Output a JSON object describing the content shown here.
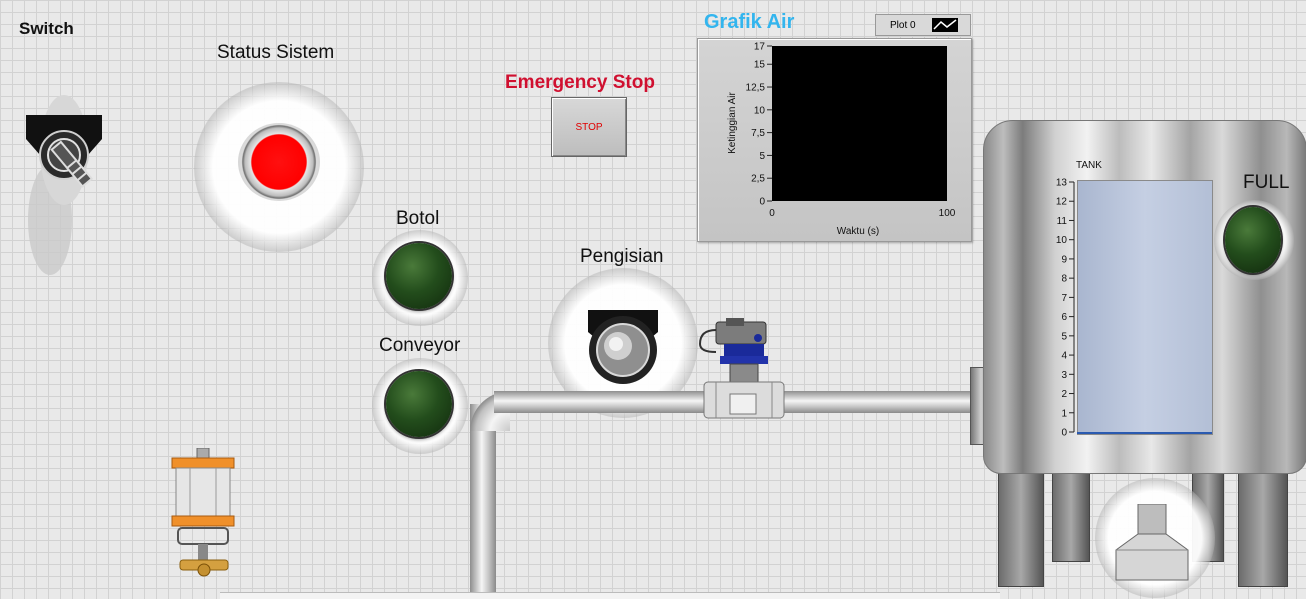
{
  "labels": {
    "switch": "Switch",
    "status_sistem": "Status Sistem",
    "emergency_stop": "Emergency Stop",
    "stop_button": "STOP",
    "botol": "Botol",
    "conveyor": "Conveyor",
    "pengisian": "Pengisian",
    "full": "FULL"
  },
  "chart": {
    "title": "Grafik Air",
    "legend_label": "Plot 0",
    "xlabel": "Waktu (s)",
    "ylabel": "Ketinggian Air",
    "yticks": [
      "17",
      "15",
      "12,5",
      "10",
      "7,5",
      "5",
      "2,5",
      "0"
    ],
    "xticks": [
      "0",
      "100"
    ]
  },
  "chart_data": {
    "type": "line",
    "title": "Grafik Air",
    "xlabel": "Waktu (s)",
    "ylabel": "Ketinggian Air",
    "xlim": [
      0,
      100
    ],
    "ylim": [
      0,
      17
    ],
    "grid": false,
    "series": [
      {
        "name": "Plot 0",
        "values": []
      }
    ]
  },
  "tank": {
    "label": "TANK",
    "scale": [
      "13",
      "12",
      "11",
      "10",
      "9",
      "8",
      "7",
      "6",
      "5",
      "4",
      "3",
      "2",
      "1",
      "0"
    ],
    "level": 0
  },
  "colors": {
    "status_led": "#ff0000",
    "chart_title": "#33b5ee",
    "emergency_title": "#d01030",
    "stop_text": "#e00000",
    "led_off": "#234d1c"
  }
}
